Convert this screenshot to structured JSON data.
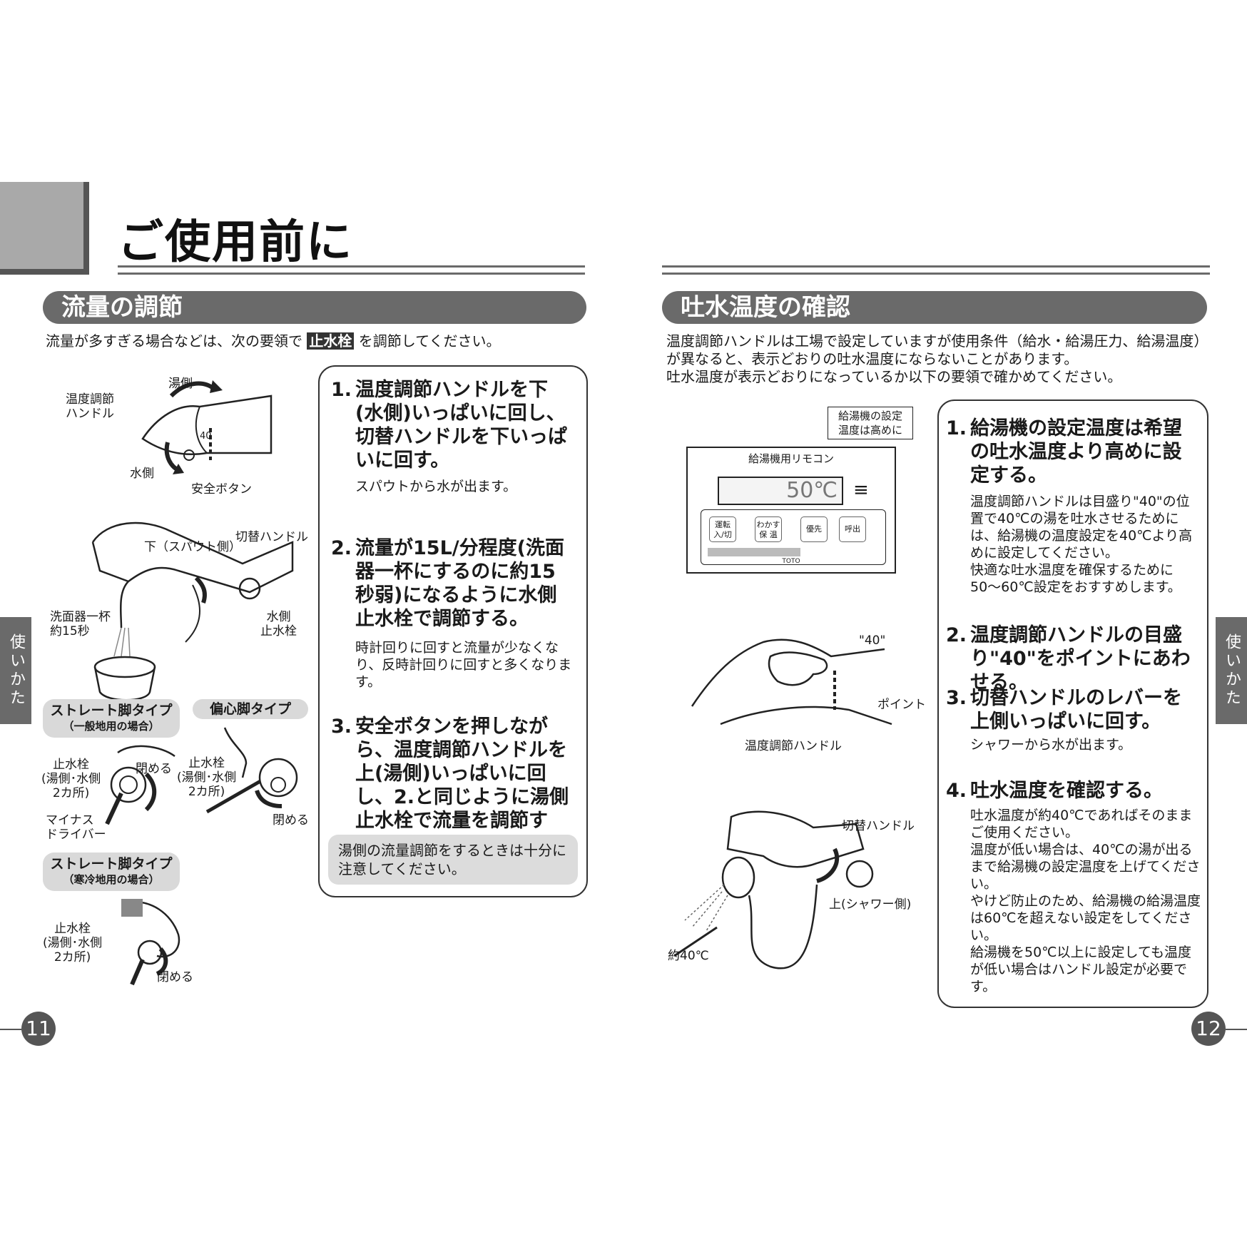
{
  "header": {
    "title": "ご使用前に"
  },
  "left": {
    "section_title": "流量の調節",
    "intro_before": "流量が多すぎる場合などは、次の要領で",
    "intro_highlight": "止水栓",
    "intro_after": "を調節してください。",
    "fig_labels": {
      "yugawa": "湯側",
      "handle": "温度調節\nハンドル",
      "mizugawa": "水側",
      "safety": "安全ボタン",
      "kirikae": "切替ハンドル",
      "shita": "下（スパウト側）",
      "senmenki": "洗面器一杯\n約15秒",
      "mizu_stop": "水側\n止水栓",
      "stop1": "止水栓\n(湯側･水側\n2カ所)",
      "close1": "閉める",
      "driver": "マイナス\nドライバー",
      "stop2": "止水栓\n(湯側･水側\n2カ所)",
      "close2": "閉める",
      "stop3": "止水栓\n(湯側･水側\n2カ所)",
      "close3": "閉める",
      "dial40": "40"
    },
    "tags": {
      "straight_general": "ストレート脚タイプ",
      "straight_general_sub": "（一般地用の場合）",
      "offset": "偏心脚タイプ",
      "straight_cold": "ストレート脚タイプ",
      "straight_cold_sub": "（寒冷地用の場合）"
    },
    "steps": [
      {
        "num": "1.",
        "head": "温度調節ハンドルを下(水側)いっぱいに回し、切替ハンドルを下いっぱいに回す。",
        "body": "スパウトから水が出ます。"
      },
      {
        "num": "2.",
        "head": "流量が15L/分程度(洗面器一杯にするのに約15秒弱)になるように水側止水栓で調節する。",
        "body": "時計回りに回すと流量が少なくなり、反時計回りに回すと多くなります。"
      },
      {
        "num": "3.",
        "head": "安全ボタンを押しながら、温度調節ハンドルを上(湯側)いっぱいに回し、2.と同じように湯側止水栓で流量を調節する。",
        "body": ""
      }
    ],
    "note": "湯側の流量調節をするときは十分に注意してください。",
    "side_tab": "使いかた",
    "page_number": "11"
  },
  "right": {
    "section_title": "吐水温度の確認",
    "intro": "温度調節ハンドルは工場で設定していますが使用条件（給水・給湯圧力、給湯温度）が異なると、表示どおりの吐水温度にならないことがあります。\n吐水温度が表示どおりになっているか以下の要領で確かめてください。",
    "remote": {
      "callout": "給湯機の設定\n温度は高めに",
      "label": "給湯機用リモコン",
      "display": "50℃",
      "buttons": [
        "運転\n入/切",
        "わかす\n保 温",
        "優先",
        "呼出"
      ],
      "brand": "TOTO"
    },
    "fig_labels": {
      "q40": "\"40\"",
      "point": "ポイント",
      "handle": "温度調節ハンドル",
      "kirikae": "切替ハンドル",
      "up": "上(シャワー側)",
      "approx40": "約40℃"
    },
    "steps": [
      {
        "num": "1.",
        "head": "給湯機の設定温度は希望の吐水温度より高めに設定する。",
        "body": "温度調節ハンドルは目盛り\"40\"の位置で40℃の湯を吐水させるためには、給湯機の温度設定を40℃より高めに設定してください。\n快適な吐水温度を確保するために50〜60℃設定をおすすめします。"
      },
      {
        "num": "2.",
        "head": "温度調節ハンドルの目盛り\"40\"をポイントにあわせる。",
        "body": ""
      },
      {
        "num": "3.",
        "head": "切替ハンドルのレバーを上側いっぱいに回す。",
        "body": "シャワーから水が出ます。"
      },
      {
        "num": "4.",
        "head": "吐水温度を確認する。",
        "body": "吐水温度が約40℃であればそのままご使用ください。\n温度が低い場合は、40℃の湯が出るまで給湯機の設定温度を上げてください。\nやけど防止のため、給湯機の給湯温度は60℃を超えない設定をしてください。\n給湯機を50℃以上に設定しても温度が低い場合はハンドル設定が必要です。"
      }
    ],
    "side_tab": "使いかた",
    "page_number": "12"
  }
}
